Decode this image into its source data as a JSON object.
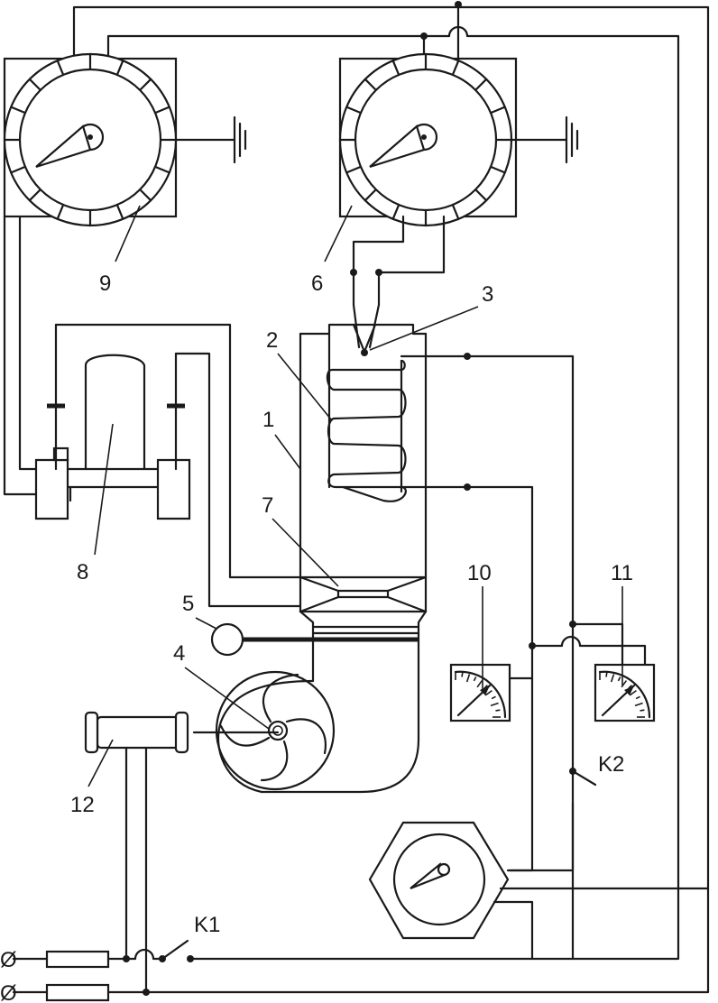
{
  "labels": {
    "n1": "1",
    "n2": "2",
    "n3": "3",
    "n4": "4",
    "n5": "5",
    "n6": "6",
    "n7": "7",
    "n8": "8",
    "n9": "9",
    "n10": "10",
    "n11": "11",
    "n12": "12",
    "k1": "K1",
    "k2": "K2"
  },
  "terminal_symbols": {
    "top": "Ø",
    "bottom": "Ø"
  }
}
